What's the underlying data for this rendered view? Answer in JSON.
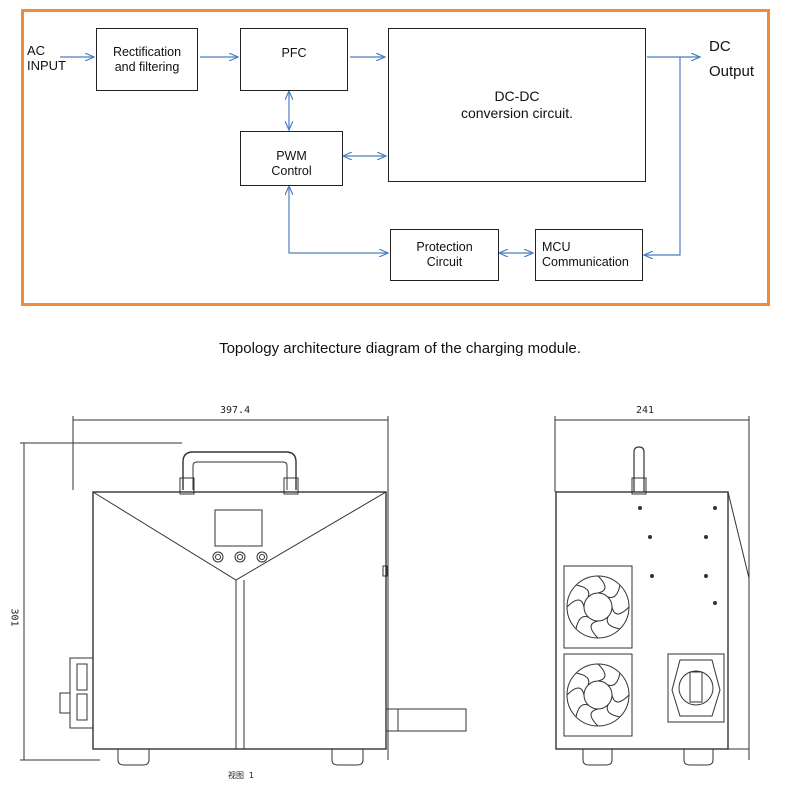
{
  "diagram": {
    "ac_input": "AC\nINPUT",
    "rectification": "Rectification\nand filtering",
    "pfc": "PFC",
    "dcdc": "DC-DC\nconversion circuit.",
    "pwm": "PWM\nControl",
    "protection": "Protection\nCircuit",
    "mcu": "MCU\nCommunication",
    "dc_output": "DC\nOutput",
    "frame_color": "#f08a3c",
    "arrow_color": "#4a7fc1"
  },
  "caption": "Topology architecture diagram of the charging module.",
  "drawing": {
    "front_width": "397.4",
    "front_height": "301",
    "side_width": "241",
    "view_label": "视图 1"
  }
}
